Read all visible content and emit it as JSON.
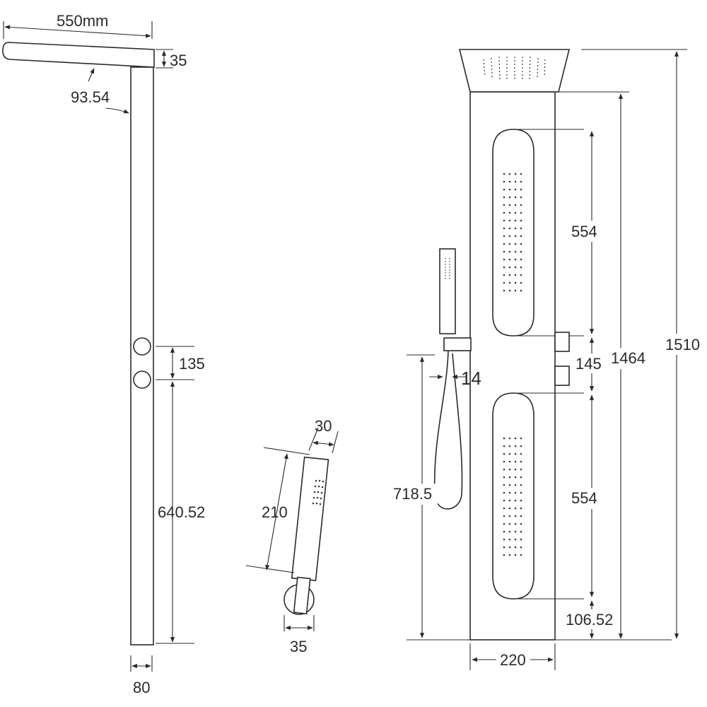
{
  "dimensions": {
    "arm_length": "550mm",
    "arm_thickness": "35",
    "arm_angle": "93.54",
    "knob_spacing": "135",
    "knob_height": "640.52",
    "column_width": "80",
    "handshower_width": "30",
    "handshower_length": "210",
    "holder_width": "35",
    "hose_offset": "14",
    "holder_height": "718.5",
    "upper_panel": "554",
    "panel_gap": "145",
    "lower_panel": "554",
    "bottom_margin": "106.52",
    "panel_height": "1464",
    "total_height": "1510",
    "panel_width": "220"
  },
  "colors": {
    "line": "#2a2a2a",
    "background": "#ffffff"
  }
}
